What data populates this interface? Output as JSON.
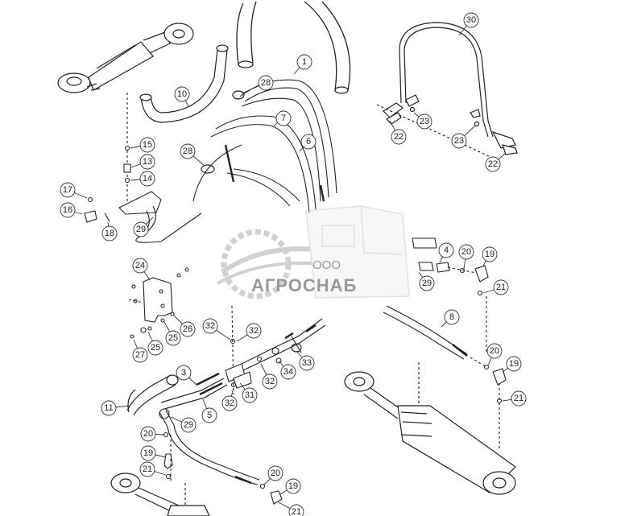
{
  "watermark": {
    "company_prefix": "ООО",
    "company_name": "АГРОСНАБ"
  },
  "callouts": {
    "c1": "1",
    "c3": "3",
    "c4": "4",
    "c5": "5",
    "c6": "6",
    "c7": "7",
    "c8": "8",
    "c10": "10",
    "c11": "11",
    "c13": "13",
    "c14": "14",
    "c15": "15",
    "c16": "16",
    "c17": "17",
    "c18": "18",
    "c19a": "19",
    "c19b": "19",
    "c19c": "19",
    "c19d": "19",
    "c20a": "20",
    "c20b": "20",
    "c20c": "20",
    "c20d": "20",
    "c21a": "21",
    "c21b": "21",
    "c21c": "21",
    "c21d": "21",
    "c22a": "22",
    "c22b": "22",
    "c23a": "23",
    "c23b": "23",
    "c24": "24",
    "c25a": "25",
    "c25b": "25",
    "c26": "26",
    "c27": "27",
    "c28a": "28",
    "c28b": "28",
    "c29a": "29",
    "c29b": "29",
    "c29c": "29",
    "c30": "30",
    "c31": "31",
    "c32a": "32",
    "c32b": "32",
    "c32c": "32",
    "c32d": "32",
    "c33": "33",
    "c34": "34"
  }
}
